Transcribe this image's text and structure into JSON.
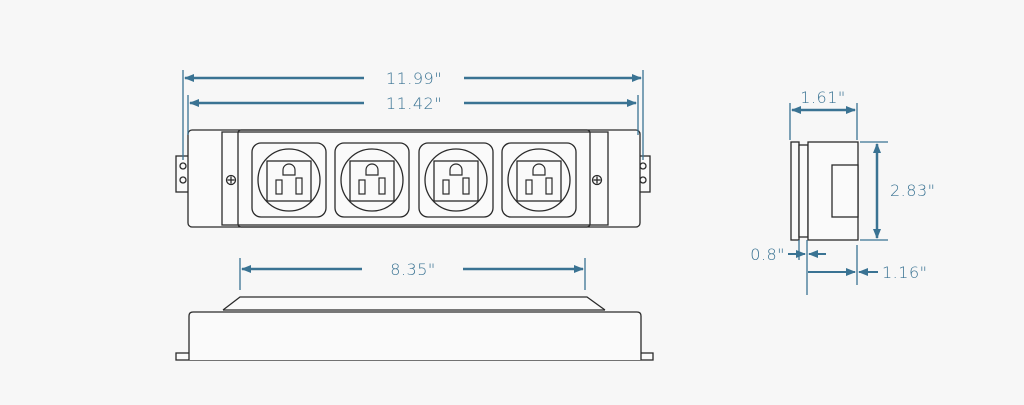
{
  "colors": {
    "background": "#f7f7f7",
    "outline": "#2b2b2b",
    "dimension": "#3a7393"
  },
  "dimensions": {
    "overall_length": "11.99\"",
    "mounting_length": "11.42\"",
    "cover_length": "8.35\"",
    "side_width": "1.61\"",
    "side_height": "2.83\"",
    "flange_thickness": "0.8\"",
    "body_depth": "1.16\""
  },
  "views": {
    "front": {
      "outlet_count": 4
    },
    "bottom": {},
    "side": {}
  },
  "icons": [
    "nema-5-15-outlet-icon",
    "screw-icon",
    "mounting-hole-icon"
  ]
}
